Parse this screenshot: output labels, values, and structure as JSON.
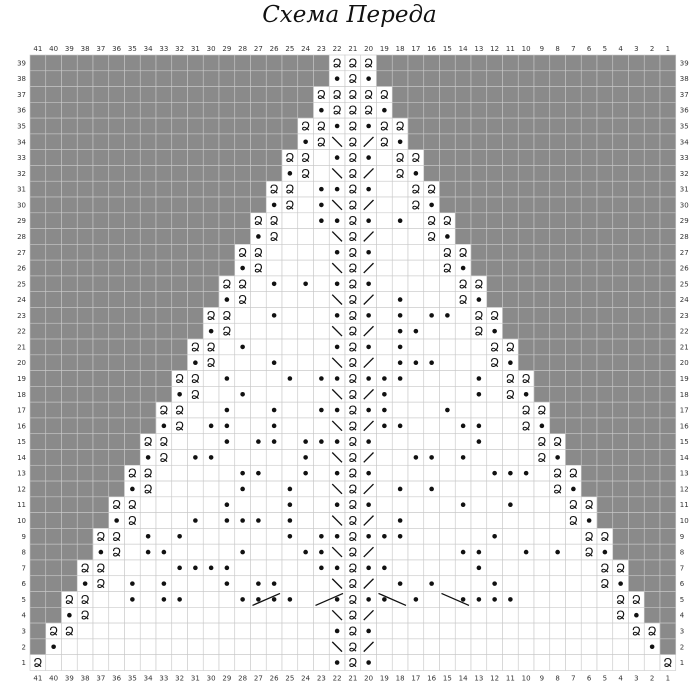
{
  "title": "Схема Переда",
  "chart_data": {
    "type": "diagram",
    "grid": {
      "columns": 41,
      "rows": 39,
      "numbering": "right-to-left columns, bottom-to-top rows"
    },
    "column_labels": [
      "41",
      "40",
      "39",
      "38",
      "37",
      "36",
      "35",
      "34",
      "33",
      "32",
      "31",
      "30",
      "29",
      "28",
      "27",
      "26",
      "25",
      "24",
      "23",
      "22",
      "21",
      "20",
      "19",
      "18",
      "17",
      "16",
      "15",
      "14",
      "13",
      "12",
      "11",
      "10",
      "9",
      "8",
      "7",
      "6",
      "5",
      "4",
      "3",
      "2",
      "1"
    ],
    "row_labels": [
      "39",
      "38",
      "37",
      "36",
      "35",
      "34",
      "33",
      "32",
      "31",
      "30",
      "29",
      "28",
      "27",
      "26",
      "25",
      "24",
      "23",
      "22",
      "21",
      "20",
      "19",
      "18",
      "17",
      "16",
      "15",
      "14",
      "13",
      "12",
      "11",
      "10",
      "9",
      "8",
      "7",
      "6",
      "5",
      "4",
      "3",
      "2",
      "1"
    ],
    "shape": "triangle",
    "symbols": {
      "purl": "•",
      "twisted_knit": "Ձ",
      "decrease_right": "/",
      "decrease_left": "\\"
    },
    "colors": {
      "no_stitch": "#8a8a8a",
      "stitch": "#ffffff",
      "grid_line": "#c8c8c8",
      "symbol": "#111111"
    }
  }
}
